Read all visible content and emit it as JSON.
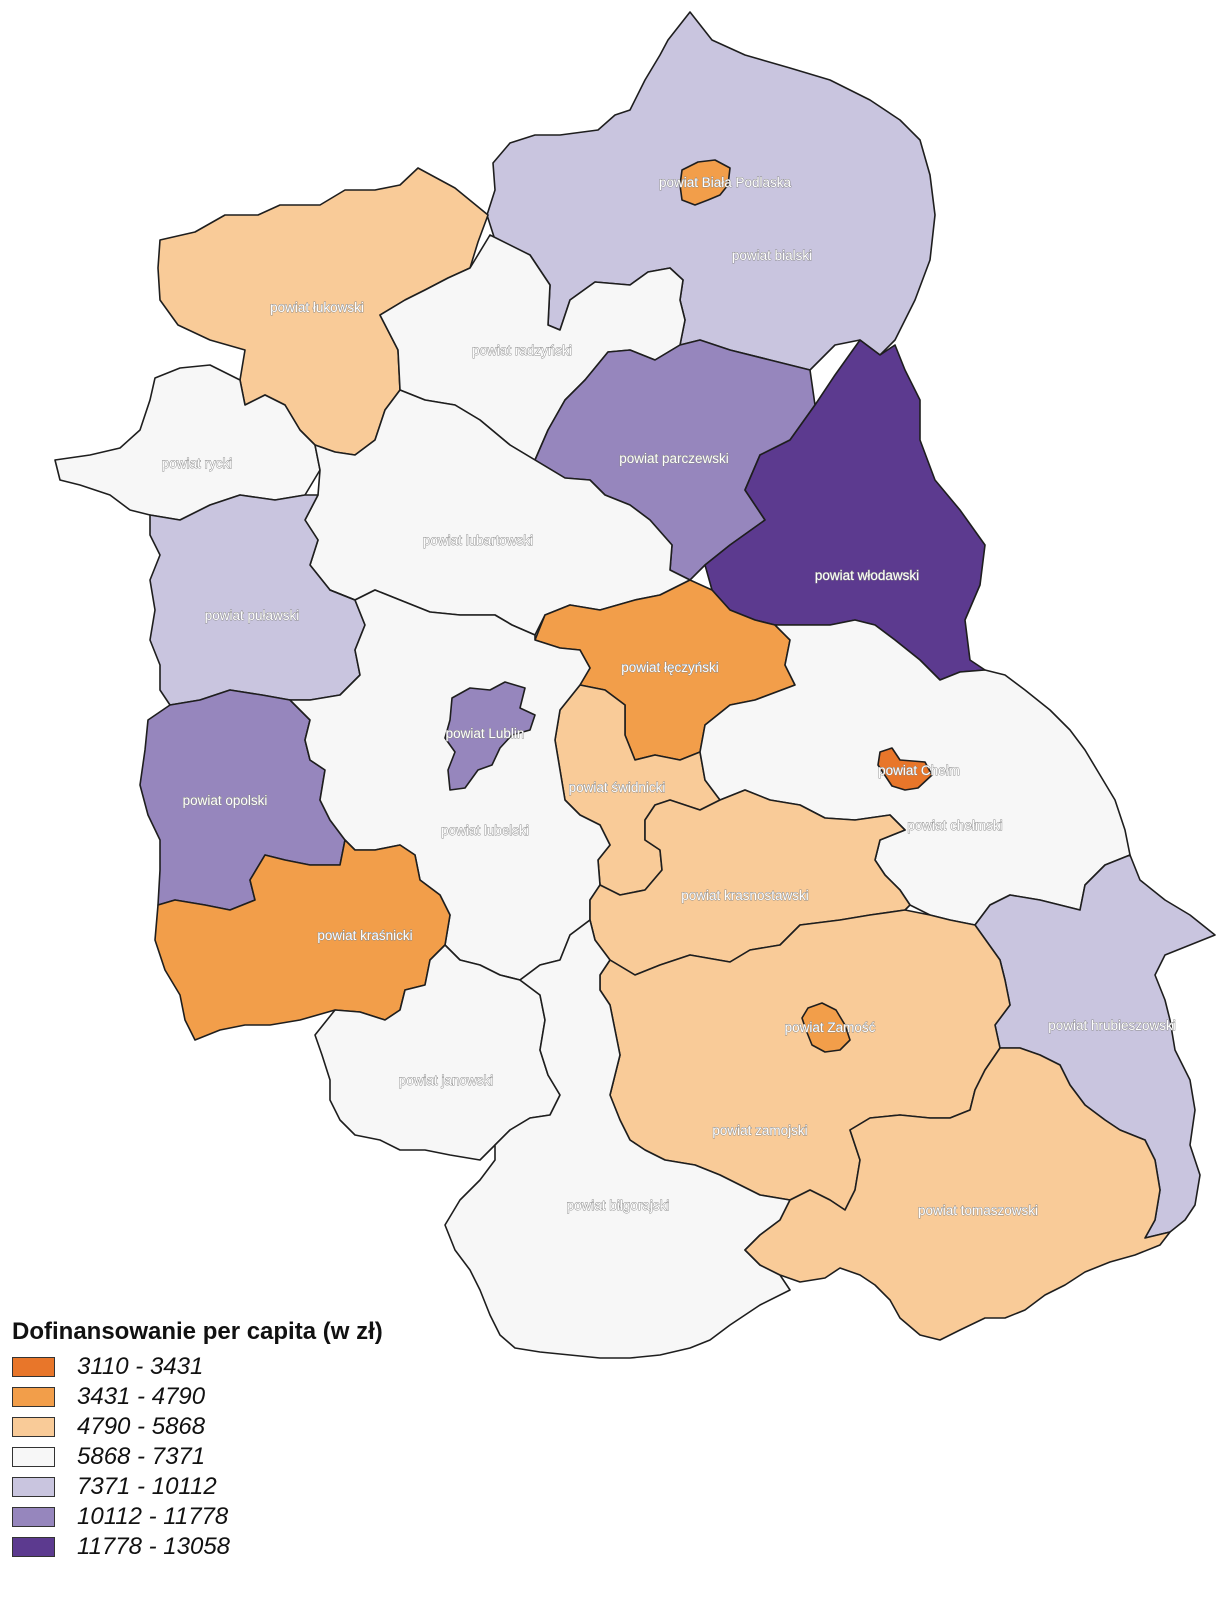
{
  "colors": {
    "c1": "#e8762a",
    "c2": "#f29e4a",
    "c3": "#f9cb98",
    "c4": "#f7f7f7",
    "c5": "#c9c5df",
    "c6": "#9686bd",
    "c7": "#5c3a8f"
  },
  "regions": [
    {
      "id": "bialski",
      "label": "powiat bialski",
      "class": "c5"
    },
    {
      "id": "biala-podlaska",
      "label": "powiat Biała Podlaska",
      "class": "c2"
    },
    {
      "id": "lukowski",
      "label": "powiat łukowski",
      "class": "c3"
    },
    {
      "id": "radzynski",
      "label": "powiat radzyński",
      "class": "c4"
    },
    {
      "id": "rycki",
      "label": "powiat rycki",
      "class": "c4"
    },
    {
      "id": "parczewski",
      "label": "powiat parczewski",
      "class": "c6"
    },
    {
      "id": "lubartowski",
      "label": "powiat lubartowski",
      "class": "c4"
    },
    {
      "id": "wlodawski",
      "label": "powiat włodawski",
      "class": "c7"
    },
    {
      "id": "pulawski",
      "label": "powiat puławski",
      "class": "c5"
    },
    {
      "id": "leczynski",
      "label": "powiat łęczyński",
      "class": "c2"
    },
    {
      "id": "lublin",
      "label": "powiat Lublin",
      "class": "c6"
    },
    {
      "id": "opolski",
      "label": "powiat opolski",
      "class": "c6"
    },
    {
      "id": "swidnicki",
      "label": "powiat świdnicki",
      "class": "c3"
    },
    {
      "id": "chelm",
      "label": "powiat Chełm",
      "class": "c1"
    },
    {
      "id": "chelmski",
      "label": "powiat chełmski",
      "class": "c4"
    },
    {
      "id": "lubelski",
      "label": "powiat lubelski",
      "class": "c4"
    },
    {
      "id": "krasnostawski",
      "label": "powiat krasnostawski",
      "class": "c3"
    },
    {
      "id": "krasnicki",
      "label": "powiat kraśnicki",
      "class": "c2"
    },
    {
      "id": "hrubieszowski",
      "label": "powiat hrubieszowski",
      "class": "c5"
    },
    {
      "id": "zamosc",
      "label": "powiat Zamość",
      "class": "c2"
    },
    {
      "id": "janowski",
      "label": "powiat janowski",
      "class": "c4"
    },
    {
      "id": "zamojski",
      "label": "powiat zamojski",
      "class": "c3"
    },
    {
      "id": "bilgorajski",
      "label": "powiat biłgorajski",
      "class": "c4"
    },
    {
      "id": "tomaszowski",
      "label": "powiat tomaszowski",
      "class": "c3"
    }
  ],
  "legend": {
    "title": "Dofinansowanie per capita (w zł)",
    "items": [
      {
        "label": "3110 - 3431",
        "class": "c1"
      },
      {
        "label": "3431 - 4790",
        "class": "c2"
      },
      {
        "label": "4790 - 5868",
        "class": "c3"
      },
      {
        "label": "5868 - 7371",
        "class": "c4"
      },
      {
        "label": "7371 - 10112",
        "class": "c5"
      },
      {
        "label": "10112 - 11778",
        "class": "c6"
      },
      {
        "label": "11778 - 13058",
        "class": "c7"
      }
    ]
  }
}
